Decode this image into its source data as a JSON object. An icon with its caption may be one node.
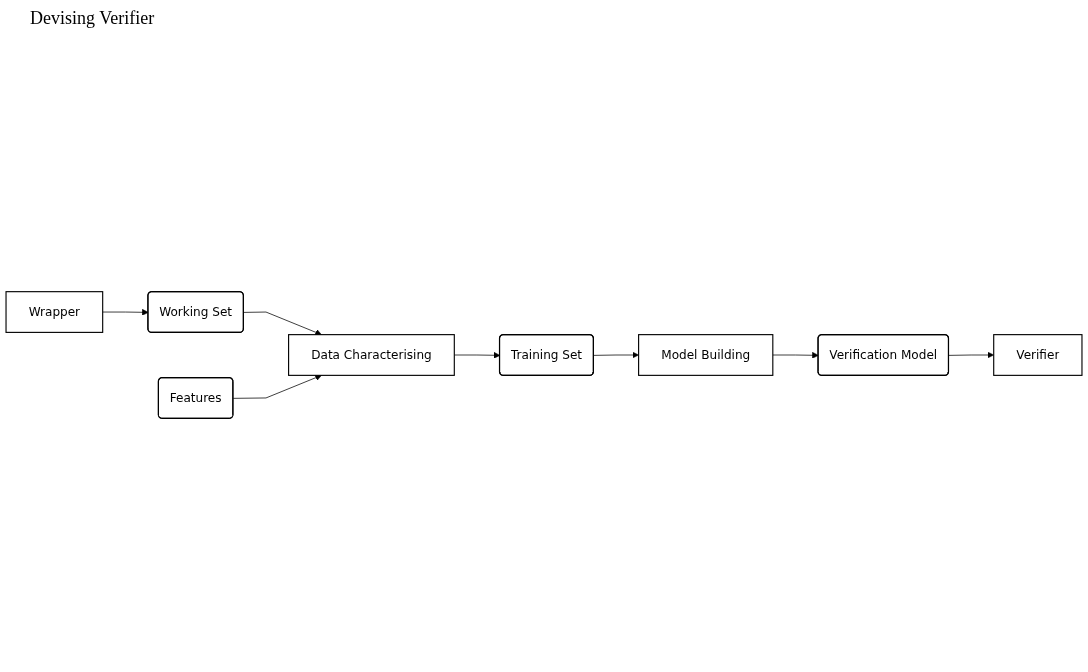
{
  "diagram": {
    "title": "Devising Verifier",
    "nodes": [
      {
        "text": [
          "Features"
        ]
      },
      {
        "text": [
          "Wrapper"
        ]
      },
      {
        "text": [
          "Working Set"
        ]
      },
      {
        "text": [
          "Data Characterising"
        ]
      },
      {
        "text": [
          "Training Set"
        ]
      },
      {
        "text": [
          "Model Building"
        ]
      },
      {
        "text": [
          "Verification Model"
        ]
      },
      {
        "text": [
          "Verifier"
        ]
      }
    ],
    "edges": [
      {
        "from": 1,
        "to": 2,
        "arrow": "to"
      },
      {
        "from": 2,
        "to": 3,
        "arrow": "to"
      },
      {
        "from": 0,
        "to": 3,
        "arrow": "to"
      },
      {
        "from": 3,
        "to": 4,
        "arrow": "to"
      },
      {
        "from": 4,
        "to": 5,
        "arrow": "to"
      },
      {
        "from": 5,
        "to": 6,
        "arrow": "to"
      },
      {
        "from": 6,
        "to": 7,
        "arrow": "to"
      }
    ]
  }
}
